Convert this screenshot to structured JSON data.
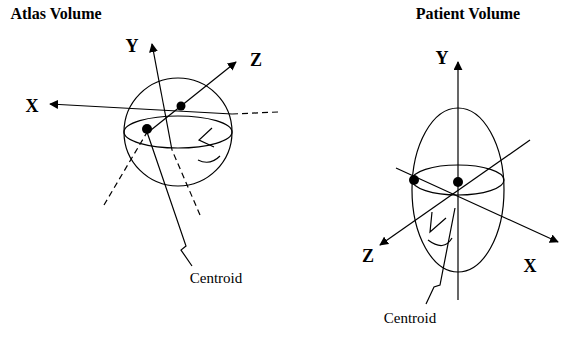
{
  "diagram": {
    "labels": [
      "Atlas Volume",
      "Y",
      "Z",
      "X",
      "Centroid",
      "Patient Volume",
      "Y",
      "Z",
      "X",
      "Centroid"
    ]
  }
}
